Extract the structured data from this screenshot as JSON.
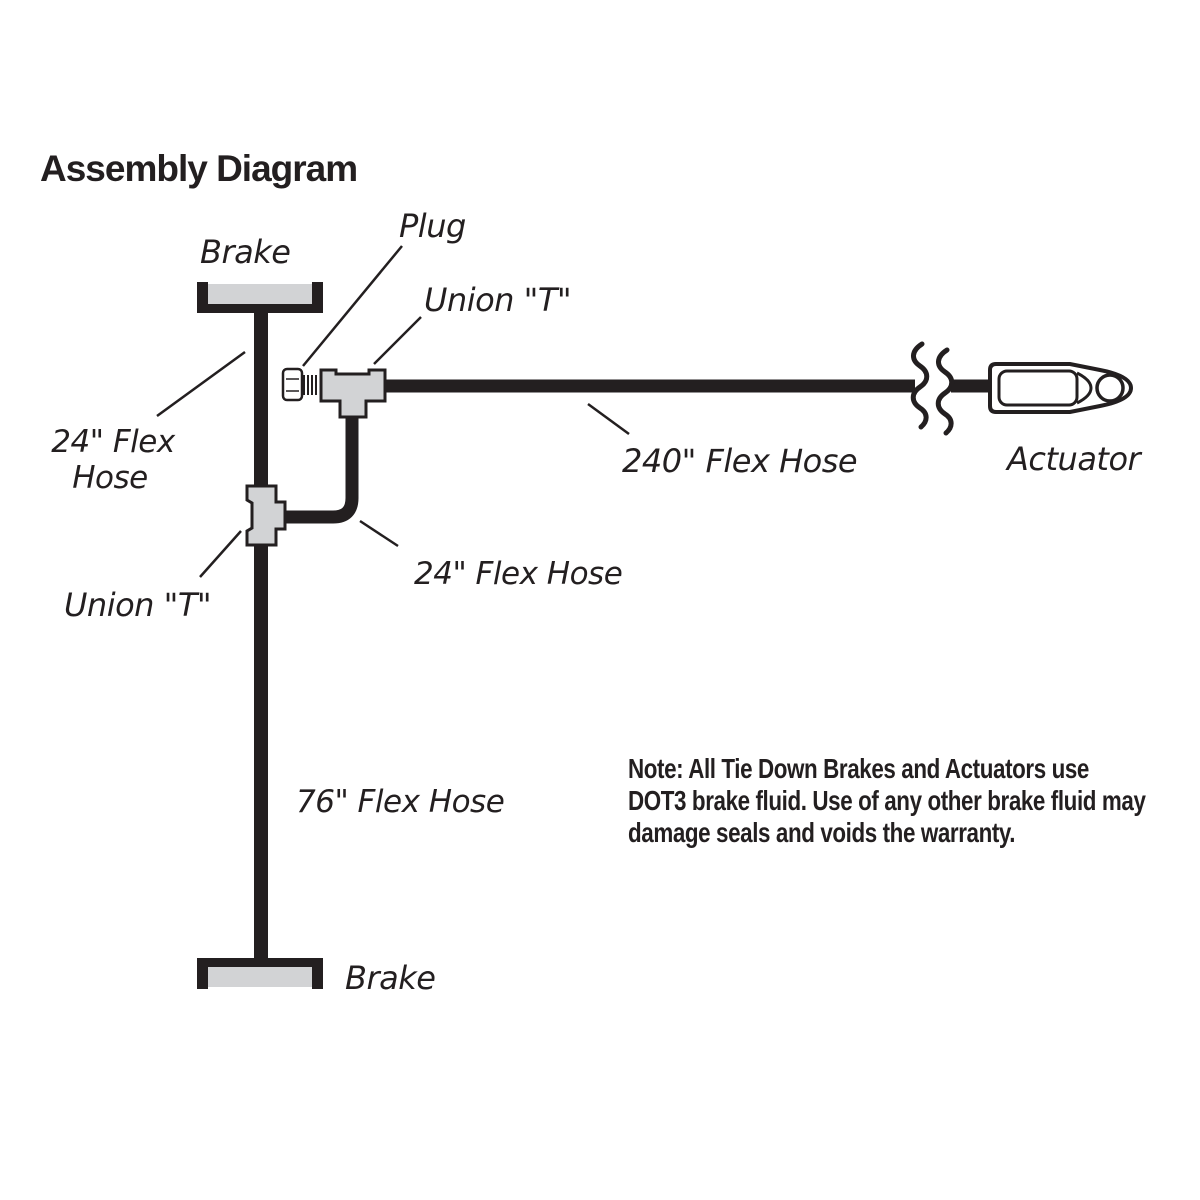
{
  "title": "Assembly Diagram",
  "colors": {
    "ink": "#231f20",
    "fitting_gray": "#d2d3d5",
    "background": "#ffffff"
  },
  "labels": {
    "brake_top": "Brake",
    "plug": "Plug",
    "union_t_top": "Union \"T\"",
    "flex_hose_24_left_line1": "24\" Flex",
    "flex_hose_24_left_line2": "Hose",
    "flex_hose_240": "240\" Flex Hose",
    "actuator": "Actuator",
    "union_t_lower": "Union \"T\"",
    "flex_hose_24_mid": "24\" Flex Hose",
    "flex_hose_76": "76\" Flex Hose",
    "brake_bottom": "Brake"
  },
  "note": {
    "line1": "Note: All Tie Down Brakes and Actuators use",
    "line2": "DOT3 brake fluid. Use of any other brake fluid may",
    "line3": "damage seals and voids the warranty."
  }
}
